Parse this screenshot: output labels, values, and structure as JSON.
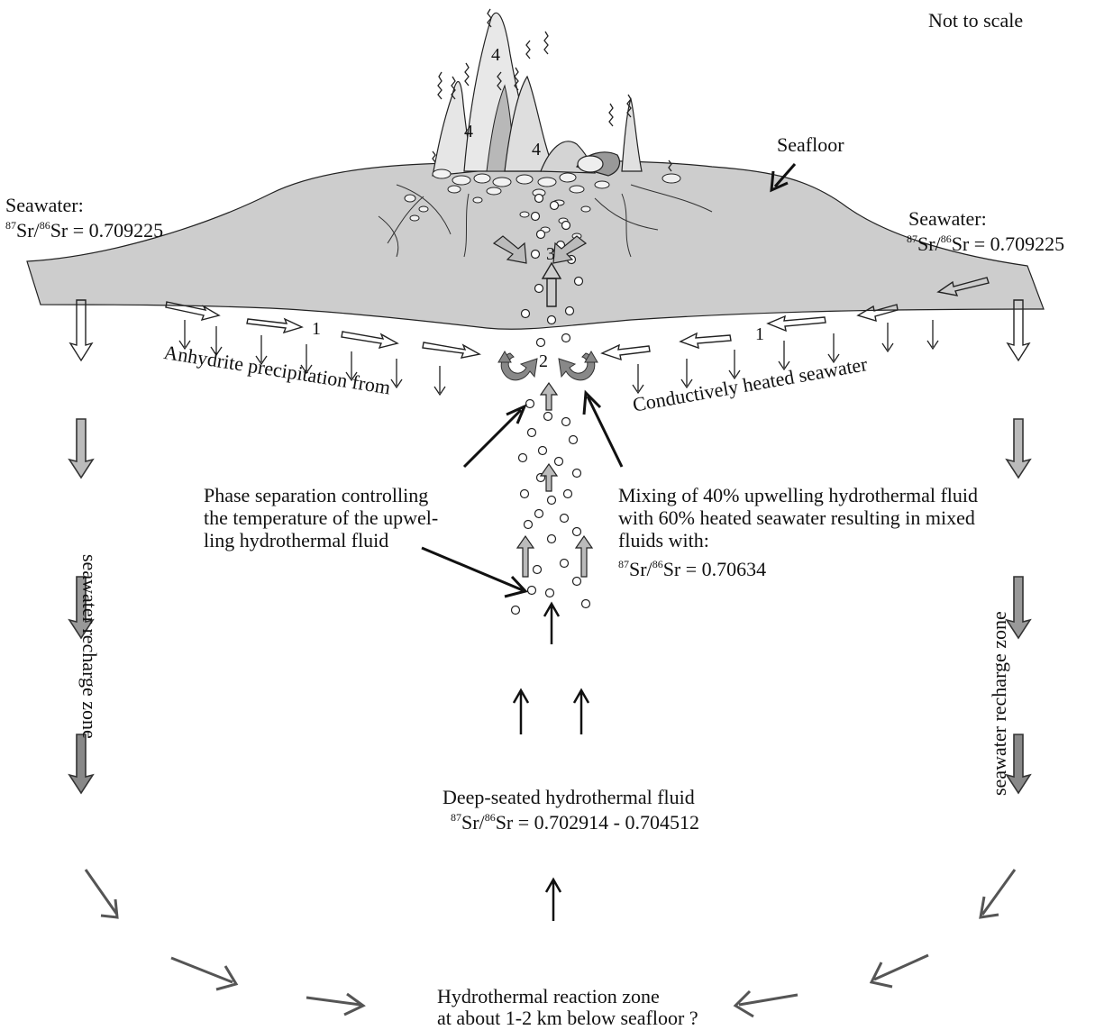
{
  "labels": {
    "not_to_scale": "Not to scale",
    "seafloor": "Seafloor",
    "seawater_left_title": "Seawater:",
    "seawater_left_ratio": "Sr/Sr = 0.709225",
    "seawater_right_title": "Seawater:",
    "seawater_right_ratio": "Sr/Sr = 0.709225",
    "anhydrite": "Anhydrite precipitation from",
    "conductive": "Conductively heated seawater",
    "phase_sep_1": "Phase separation controlling",
    "phase_sep_2": "the temperature of the upwel-",
    "phase_sep_3": "ling hydrothermal fluid",
    "mixing_1": "Mixing of 40% upwelling hydrothermal fluid",
    "mixing_2": "with 60% heated seawater resulting in mixed",
    "mixing_3": "fluids with:",
    "mixing_ratio": "Sr/Sr = 0.70634",
    "recharge_left": "seawater recharge zone",
    "recharge_right": "seawater recharge zone",
    "deep_fluid": "Deep-seated hydrothermal fluid",
    "deep_fluid_ratio": "Sr/Sr = 0.702914 - 0.704512",
    "reaction_zone_1": "Hydrothermal reaction zone",
    "reaction_zone_2": "at about 1-2 km below seafloor ?",
    "sup_87": "87",
    "sup_86": "86"
  },
  "markers": {
    "one_left": "1",
    "one_right": "1",
    "two": "2",
    "three": "3",
    "four_top": "4",
    "four_left": "4",
    "four_center": "4"
  }
}
